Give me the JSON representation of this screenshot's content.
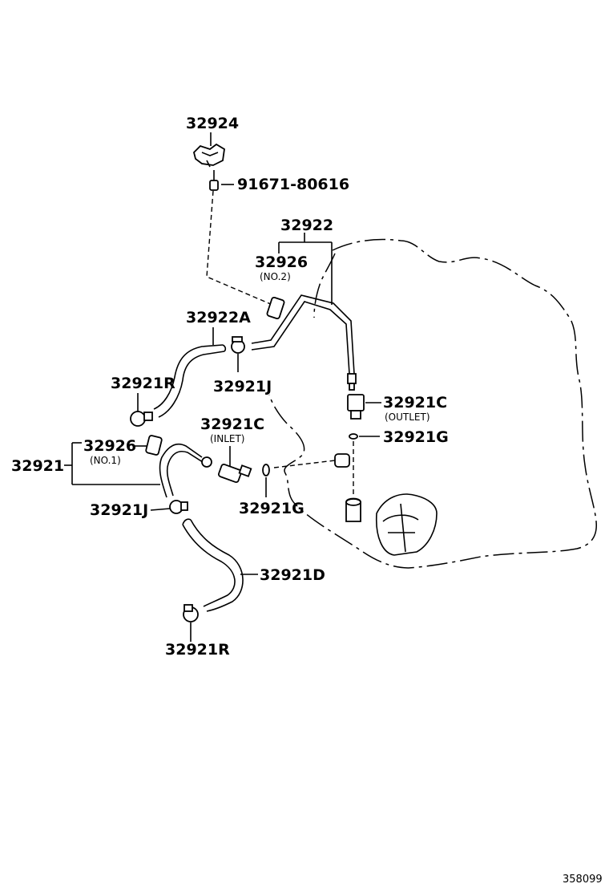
{
  "labels": {
    "p32924": "32924",
    "p91671": "91671-80616",
    "p32922": "32922",
    "p32926_no2": "32926",
    "no2": "(NO.2)",
    "p32922A": "32922A",
    "p32921R_top": "32921R",
    "p32921J_top": "32921J",
    "p32921C_outlet": "32921C",
    "outlet": "(OUTLET)",
    "p32921G_right": "32921G",
    "p32921C_inlet": "32921C",
    "inlet": "(INLET)",
    "p32926_no1": "32926",
    "no1": "(NO.1)",
    "p32921": "32921",
    "p32921J_bottom": "32921J",
    "p32921G_mid": "32921G",
    "p32921D": "32921D",
    "p32921R_bottom": "32921R"
  },
  "diagram_ref": "358099"
}
